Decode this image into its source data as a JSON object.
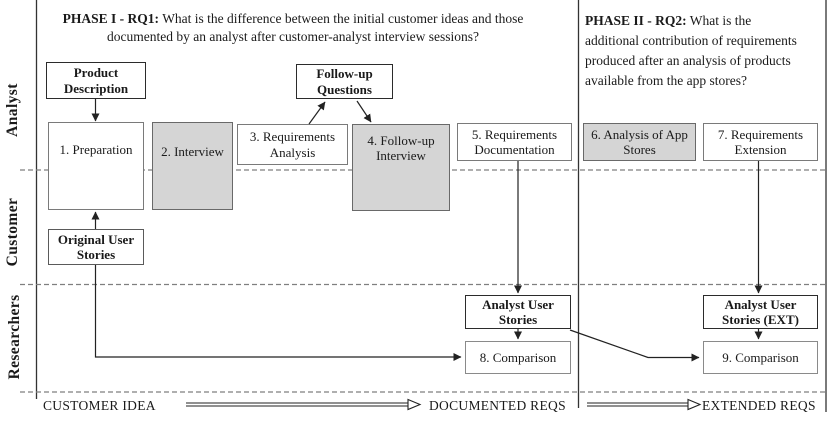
{
  "phase1": {
    "label": "PHASE I - RQ1:",
    "line1_rest": " What is the difference between the initial customer ideas and those",
    "line2": "documented by an analyst after customer-analyst interview sessions?"
  },
  "phase2": {
    "label": "PHASE II - RQ2:",
    "line1_rest": " What is the",
    "line2": "additional contribution of requirements",
    "line3": "produced after an analysis of products",
    "line4": "available from the app stores?"
  },
  "lanes": {
    "analyst": "Analyst",
    "customer": "Customer",
    "researchers": "Researchers"
  },
  "boxes": {
    "product_description": "Product Description",
    "preparation": "1. Preparation",
    "interview": "2. Interview",
    "requirements_analysis": "3. Requirements Analysis",
    "follow_up_questions": "Follow-up Questions",
    "follow_up_interview": "4. Follow-up Interview",
    "requirements_documentation": "5. Requirements Documentation",
    "analysis_app_stores": "6. Analysis of App Stores",
    "requirements_extension": "7. Requirements Extension",
    "original_user_stories": "Original User Stories",
    "analyst_user_stories": "Analyst User Stories",
    "comparison_8": "8. Comparison",
    "analyst_user_stories_ext": "Analyst User Stories (EXT)",
    "comparison_9": "9. Comparison"
  },
  "axis": {
    "customer_idea": "CUSTOMER IDEA",
    "documented_reqs": "DOCUMENTED REQS",
    "extended_reqs": "EXTENDED REQS"
  },
  "colors": {
    "process_gray_fill": "#d5d5d5",
    "box_white_fill": "#ffffff",
    "line_dark": "#222222",
    "border_gray": "#7a7a7a",
    "dash_gray": "#7f7f7f"
  }
}
